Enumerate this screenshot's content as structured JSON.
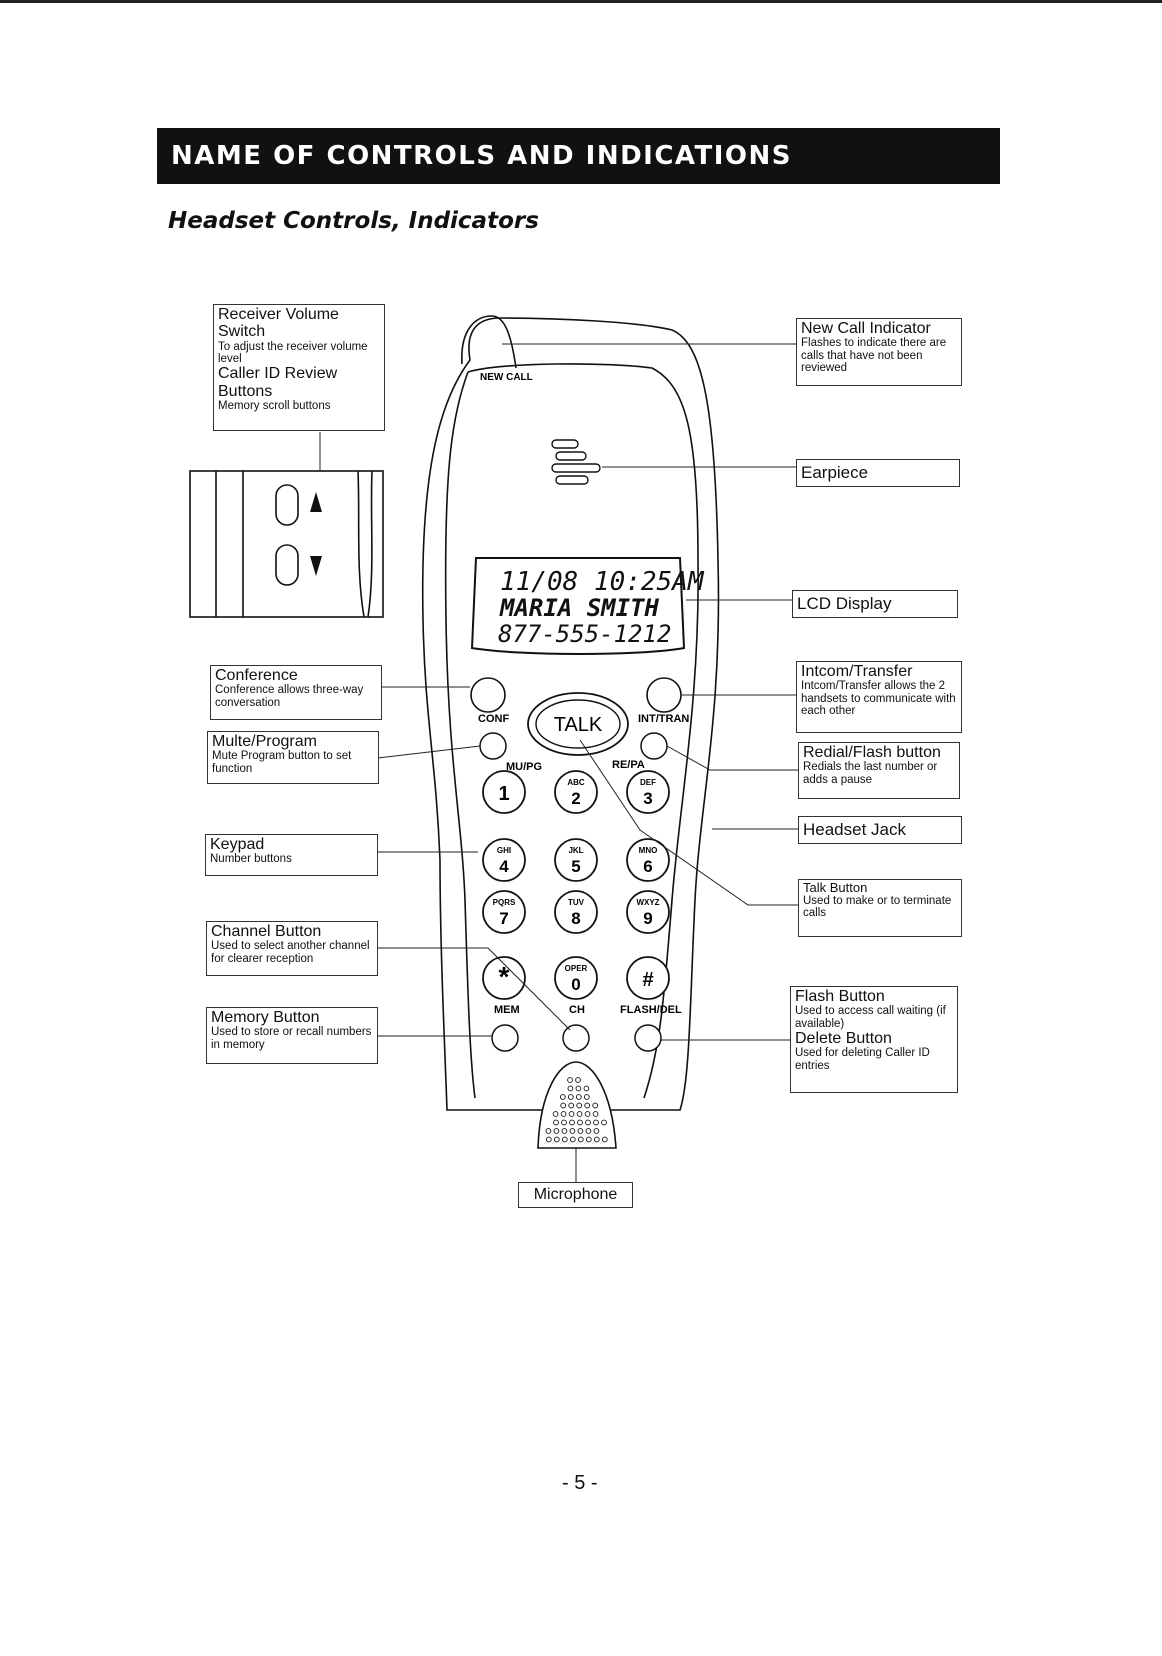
{
  "page": {
    "title": "NAME OF CONTROLS AND INDICATIONS",
    "subtitle": "Headset Controls, Indicators",
    "page_number": "- 5 -"
  },
  "handset": {
    "new_call_label": "NEW CALL",
    "lcd": {
      "line1": "11/08 10:25AM",
      "line2": "MARIA SMITH",
      "line3": "877-555-1212"
    },
    "talk_label": "TALK",
    "conf_label": "CONF",
    "intrans_label": "INT/TRAN",
    "mupg_label": "MU/PG",
    "repa_label": "RE/PA",
    "mem_label": "MEM",
    "ch_label": "CH",
    "flashdel_label": "FLASH/DEL",
    "keys": [
      {
        "digit": "1",
        "letters": ""
      },
      {
        "digit": "2",
        "letters": "ABC"
      },
      {
        "digit": "3",
        "letters": "DEF"
      },
      {
        "digit": "4",
        "letters": "GHI"
      },
      {
        "digit": "5",
        "letters": "JKL"
      },
      {
        "digit": "6",
        "letters": "MNO"
      },
      {
        "digit": "7",
        "letters": "PQRS"
      },
      {
        "digit": "8",
        "letters": "TUV"
      },
      {
        "digit": "9",
        "letters": "WXYZ"
      },
      {
        "digit": "*",
        "letters": ""
      },
      {
        "digit": "0",
        "letters": "OPER"
      },
      {
        "digit": "#",
        "letters": ""
      }
    ]
  },
  "callouts": {
    "receiver_volume": {
      "title": "Receiver Volume Switch",
      "desc": "To adjust the receiver volume level"
    },
    "caller_id_review": {
      "title": "Caller ID Review Buttons",
      "desc": "Memory scroll buttons"
    },
    "new_call_indicator": {
      "title": "New Call Indicator",
      "desc": "Flashes to indicate there are calls that have not been reviewed"
    },
    "earpiece": {
      "title": "Earpiece"
    },
    "lcd_display": {
      "title": "LCD Display"
    },
    "conference": {
      "title": "Conference",
      "desc": "Conference allows three-way conversation"
    },
    "intercom_transfer": {
      "title": "Intcom/Transfer",
      "desc": "Intcom/Transfer allows the 2 handsets to communicate with each other"
    },
    "mute_program": {
      "title": "Multe/Program",
      "desc": "Mute Program button to set function"
    },
    "redial_flash": {
      "title": "Redial/Flash button",
      "desc": "Redials the last number or adds a pause"
    },
    "headset_jack": {
      "title": "Headset Jack"
    },
    "keypad": {
      "title": "Keypad",
      "desc": "Number buttons"
    },
    "talk_button": {
      "title": "Talk Button",
      "desc": "Used to make or to terminate calls"
    },
    "channel_button": {
      "title": "Channel Button",
      "desc": "Used to select another channel for clearer reception"
    },
    "memory_button": {
      "title": "Memory Button",
      "desc": "Used to store or recall numbers in memory"
    },
    "flash_button": {
      "title": "Flash Button",
      "desc": "Used to access call waiting (if available)"
    },
    "delete_button": {
      "title": "Delete Button",
      "desc": "Used for deleting Caller ID entries"
    },
    "microphone": {
      "title": "Microphone"
    }
  }
}
